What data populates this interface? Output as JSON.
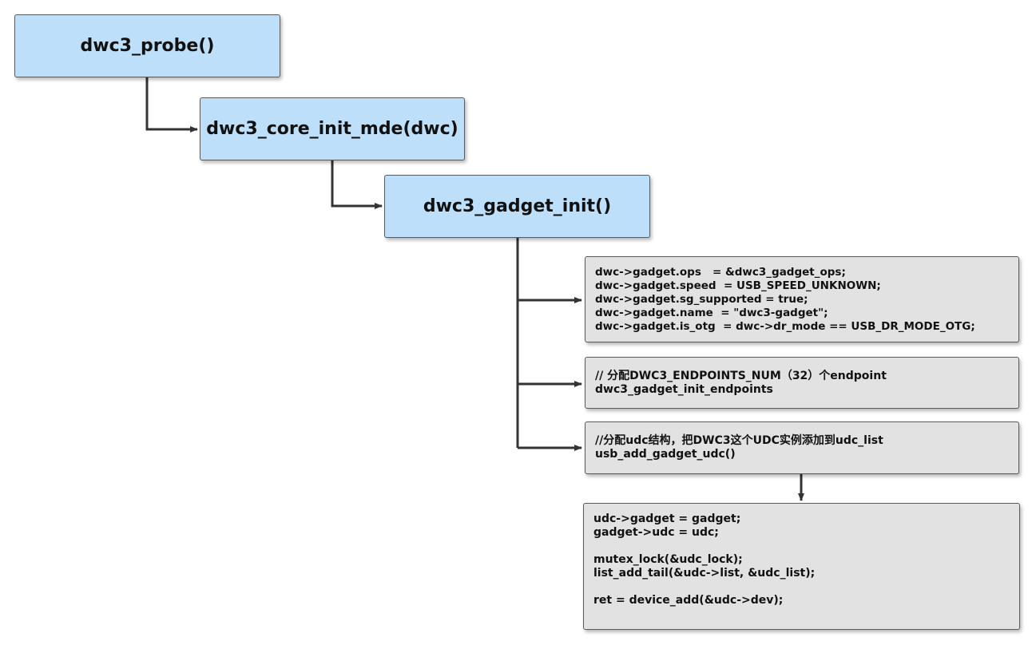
{
  "functions": {
    "probe": "dwc3_probe()",
    "core_init": "dwc3_core_init_mde(dwc)",
    "gadget_init": "dwc3_gadget_init()"
  },
  "gadget_fields": [
    "dwc->gadget.ops   = &dwc3_gadget_ops;",
    "dwc->gadget.speed  = USB_SPEED_UNKNOWN;",
    "dwc->gadget.sg_supported = true;",
    "dwc->gadget.name  = \"dwc3-gadget\";",
    "dwc->gadget.is_otg  = dwc->dr_mode == USB_DR_MODE_OTG;"
  ],
  "endpoints": {
    "comment": "// 分配DWC3_ENDPOINTS_NUM（32）个endpoint",
    "call": "dwc3_gadget_init_endpoints"
  },
  "udc": {
    "comment": "//分配udc结构，把DWC3这个UDC实例添加到udc_list",
    "call": "usb_add_gadget_udc()"
  },
  "udc_body": [
    "udc->gadget = gadget;",
    "gadget->udc = udc;",
    "",
    "mutex_lock(&udc_lock);",
    "list_add_tail(&udc->list, &udc_list);",
    "",
    "ret = device_add(&udc->dev);"
  ],
  "colors": {
    "function_box": "#bddff9",
    "code_box": "#e2e2e2",
    "connector": "#333333"
  }
}
